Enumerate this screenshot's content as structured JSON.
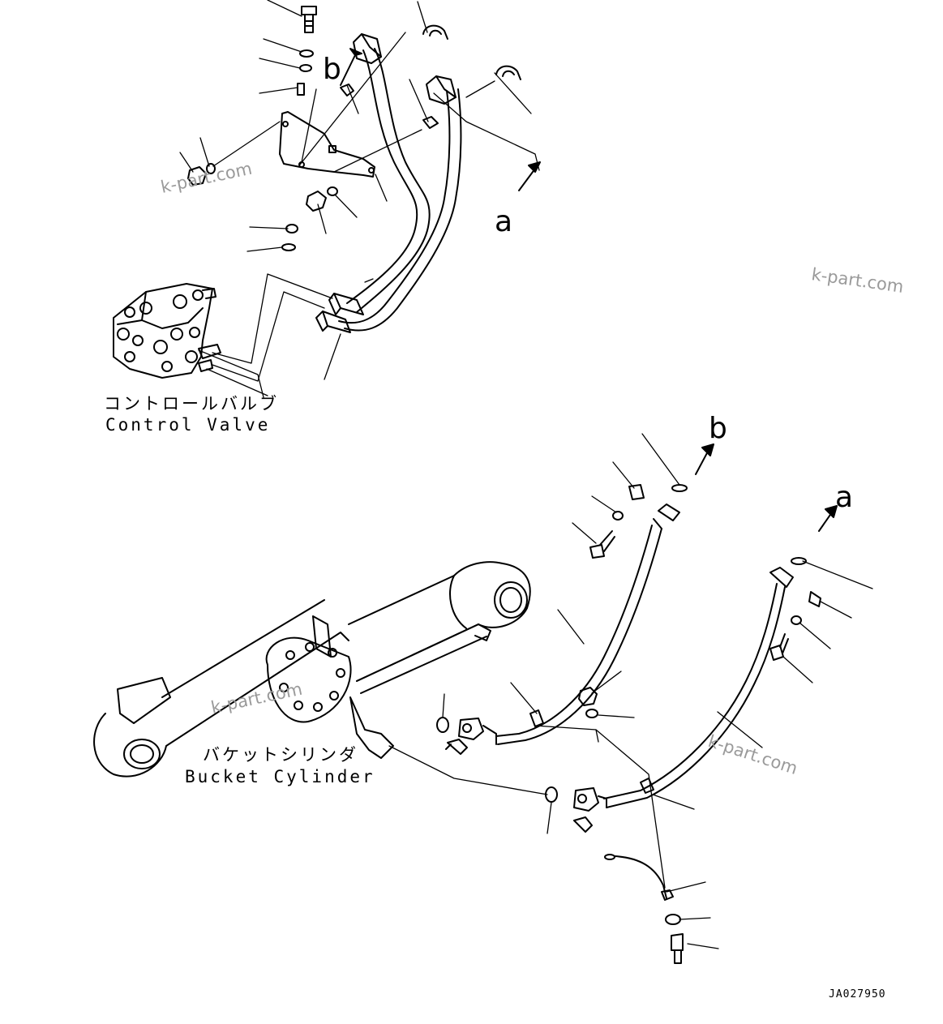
{
  "labels": {
    "control_valve_jp": "コントロールバルブ",
    "control_valve_en": "Control Valve",
    "bucket_cylinder_jp": "バケットシリンダ",
    "bucket_cylinder_en": "Bucket Cylinder",
    "ref_a_top": "a",
    "ref_b_top": "b",
    "ref_a_bottom": "a",
    "ref_b_bottom": "b"
  },
  "watermark": "k-part.com",
  "drawing_code": "JA027950",
  "colors": {
    "line": "#000000",
    "background": "#ffffff",
    "watermark": "#9a9a9a"
  }
}
